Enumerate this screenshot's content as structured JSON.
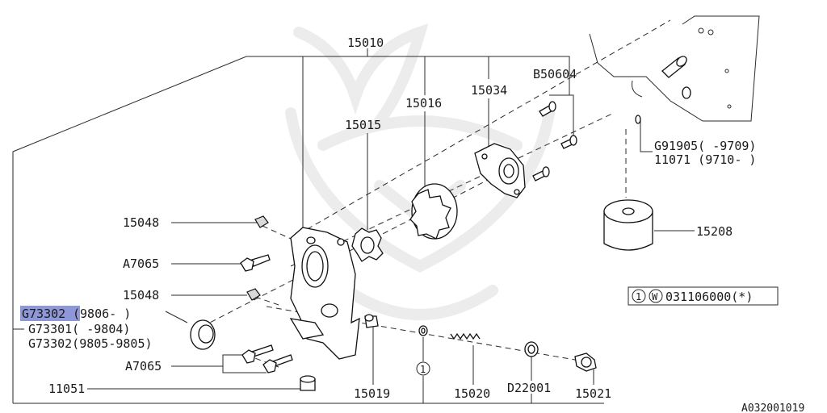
{
  "labels": {
    "l15010": "15010",
    "l15015": "15015",
    "l15016": "15016",
    "l15034": "15034",
    "lB50604": "B50604",
    "lG91905": "G91905(    -9709)",
    "l11071": "11071 (9710-    )",
    "l15208": "15208",
    "l15048a": "15048",
    "lA7065a": "A7065",
    "l15048b": "15048",
    "lG73302a_code": "G73302",
    "lG73302a_rest": "(9806-     )",
    "lG73301": "G73301(    -9804)",
    "lG73302b": "G73302(9805-9805)",
    "lA7065b": "A7065",
    "l11051": "11051",
    "l15019": "15019",
    "lRef1": "1",
    "l15020": "15020",
    "lD22001": "D22001",
    "l15021": "15021",
    "footer": "A032001019"
  },
  "legend": {
    "circle1": "1",
    "circleW": "W",
    "text": "031106000(*)"
  },
  "colors": {
    "line": "#2a2a2a",
    "highlight": "#8e97d8",
    "watermark": "#ececec"
  }
}
